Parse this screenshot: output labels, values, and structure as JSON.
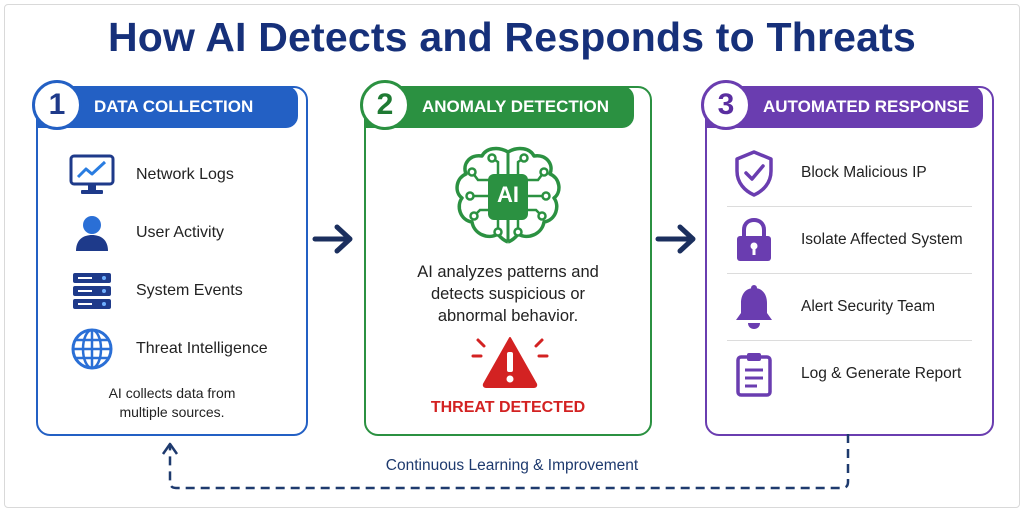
{
  "title": "How AI Detects and Responds to Threats",
  "steps": [
    {
      "number": "1",
      "title": "DATA COLLECTION",
      "color": "#2360c4",
      "items": [
        {
          "label": "Network Logs",
          "icon": "monitor-chart-icon"
        },
        {
          "label": "User Activity",
          "icon": "user-icon"
        },
        {
          "label": "System Events",
          "icon": "server-icon"
        },
        {
          "label": "Threat Intelligence",
          "icon": "globe-icon"
        }
      ],
      "footer_line1": "AI collects data from",
      "footer_line2": "multiple sources."
    },
    {
      "number": "2",
      "title": "ANOMALY DETECTION",
      "color": "#2b9141",
      "brain_label": "AI",
      "desc_line1": "AI analyzes patterns and",
      "desc_line2": "detects suspicious or",
      "desc_line3": "abnormal behavior.",
      "alert": "THREAT DETECTED"
    },
    {
      "number": "3",
      "title": "AUTOMATED RESPONSE",
      "color": "#6a3db0",
      "items": [
        {
          "label": "Block Malicious IP",
          "icon": "shield-check-icon"
        },
        {
          "label": "Isolate Affected System",
          "icon": "lock-icon"
        },
        {
          "label": "Alert Security Team",
          "icon": "bell-icon"
        },
        {
          "label": "Log & Generate Report",
          "icon": "clipboard-icon"
        }
      ]
    }
  ],
  "loop_label": "Continuous Learning & Improvement"
}
